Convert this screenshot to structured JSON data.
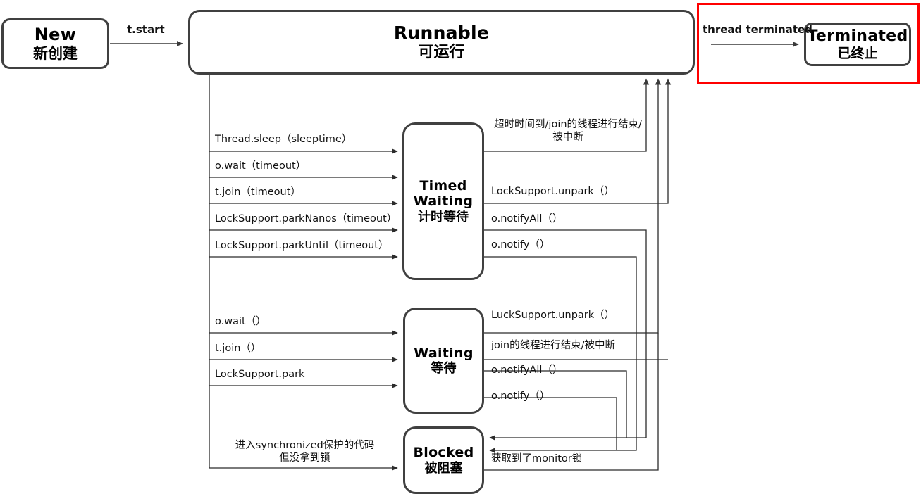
{
  "diagram": {
    "title": "Java Thread State Transition Diagram",
    "states": [
      {
        "key": "new",
        "en": "New",
        "cn": "新创建"
      },
      {
        "key": "runnable",
        "en": "Runnable",
        "cn": "可运行"
      },
      {
        "key": "terminated",
        "en": "Terminated",
        "cn": "已终止"
      },
      {
        "key": "timed",
        "en": "Timed\nWaiting",
        "en_line1": "Timed",
        "en_line2": "Waiting",
        "cn": "计时等待"
      },
      {
        "key": "waiting",
        "en": "Waiting",
        "cn": "等待"
      },
      {
        "key": "blocked",
        "en": "Blocked",
        "cn": "被阻塞"
      }
    ],
    "transitions": {
      "start": "t.start",
      "thread_terminated": "thread terminated",
      "to_timed": [
        "Thread.sleep（sleeptime）",
        "o.wait（timeout）",
        "t.join（timeout）",
        "LockSupport.parkNanos（timeout）",
        "LockSupport.parkUntil（timeout）"
      ],
      "from_timed": [
        "超时时间到/join的线程进行结束/\n被中断",
        "LockSupport.unpark（）",
        "o.notifyAll（）",
        "o.notify（）"
      ],
      "from_timed_line1": "超时时间到/join的线程进行结束/",
      "from_timed_line2": "被中断",
      "to_waiting": [
        "o.wait（）",
        "t.join（）",
        "LockSupport.park"
      ],
      "from_waiting": [
        "LuckSupport.unpark（）",
        "join的线程进行结束/被中断",
        "o.notifyAll（）",
        "o.notify（）"
      ],
      "to_blocked_line1": "进入synchronized保护的代码",
      "to_blocked_line2": "但没拿到锁",
      "from_blocked": "获取到了monitor锁"
    },
    "colors": {
      "box_border": "#404040",
      "wire": "#3a3a3a",
      "thin_wire": "#2b2b2b",
      "highlight": "#ff0000",
      "background": "#ffffff",
      "text": "#111111"
    }
  }
}
